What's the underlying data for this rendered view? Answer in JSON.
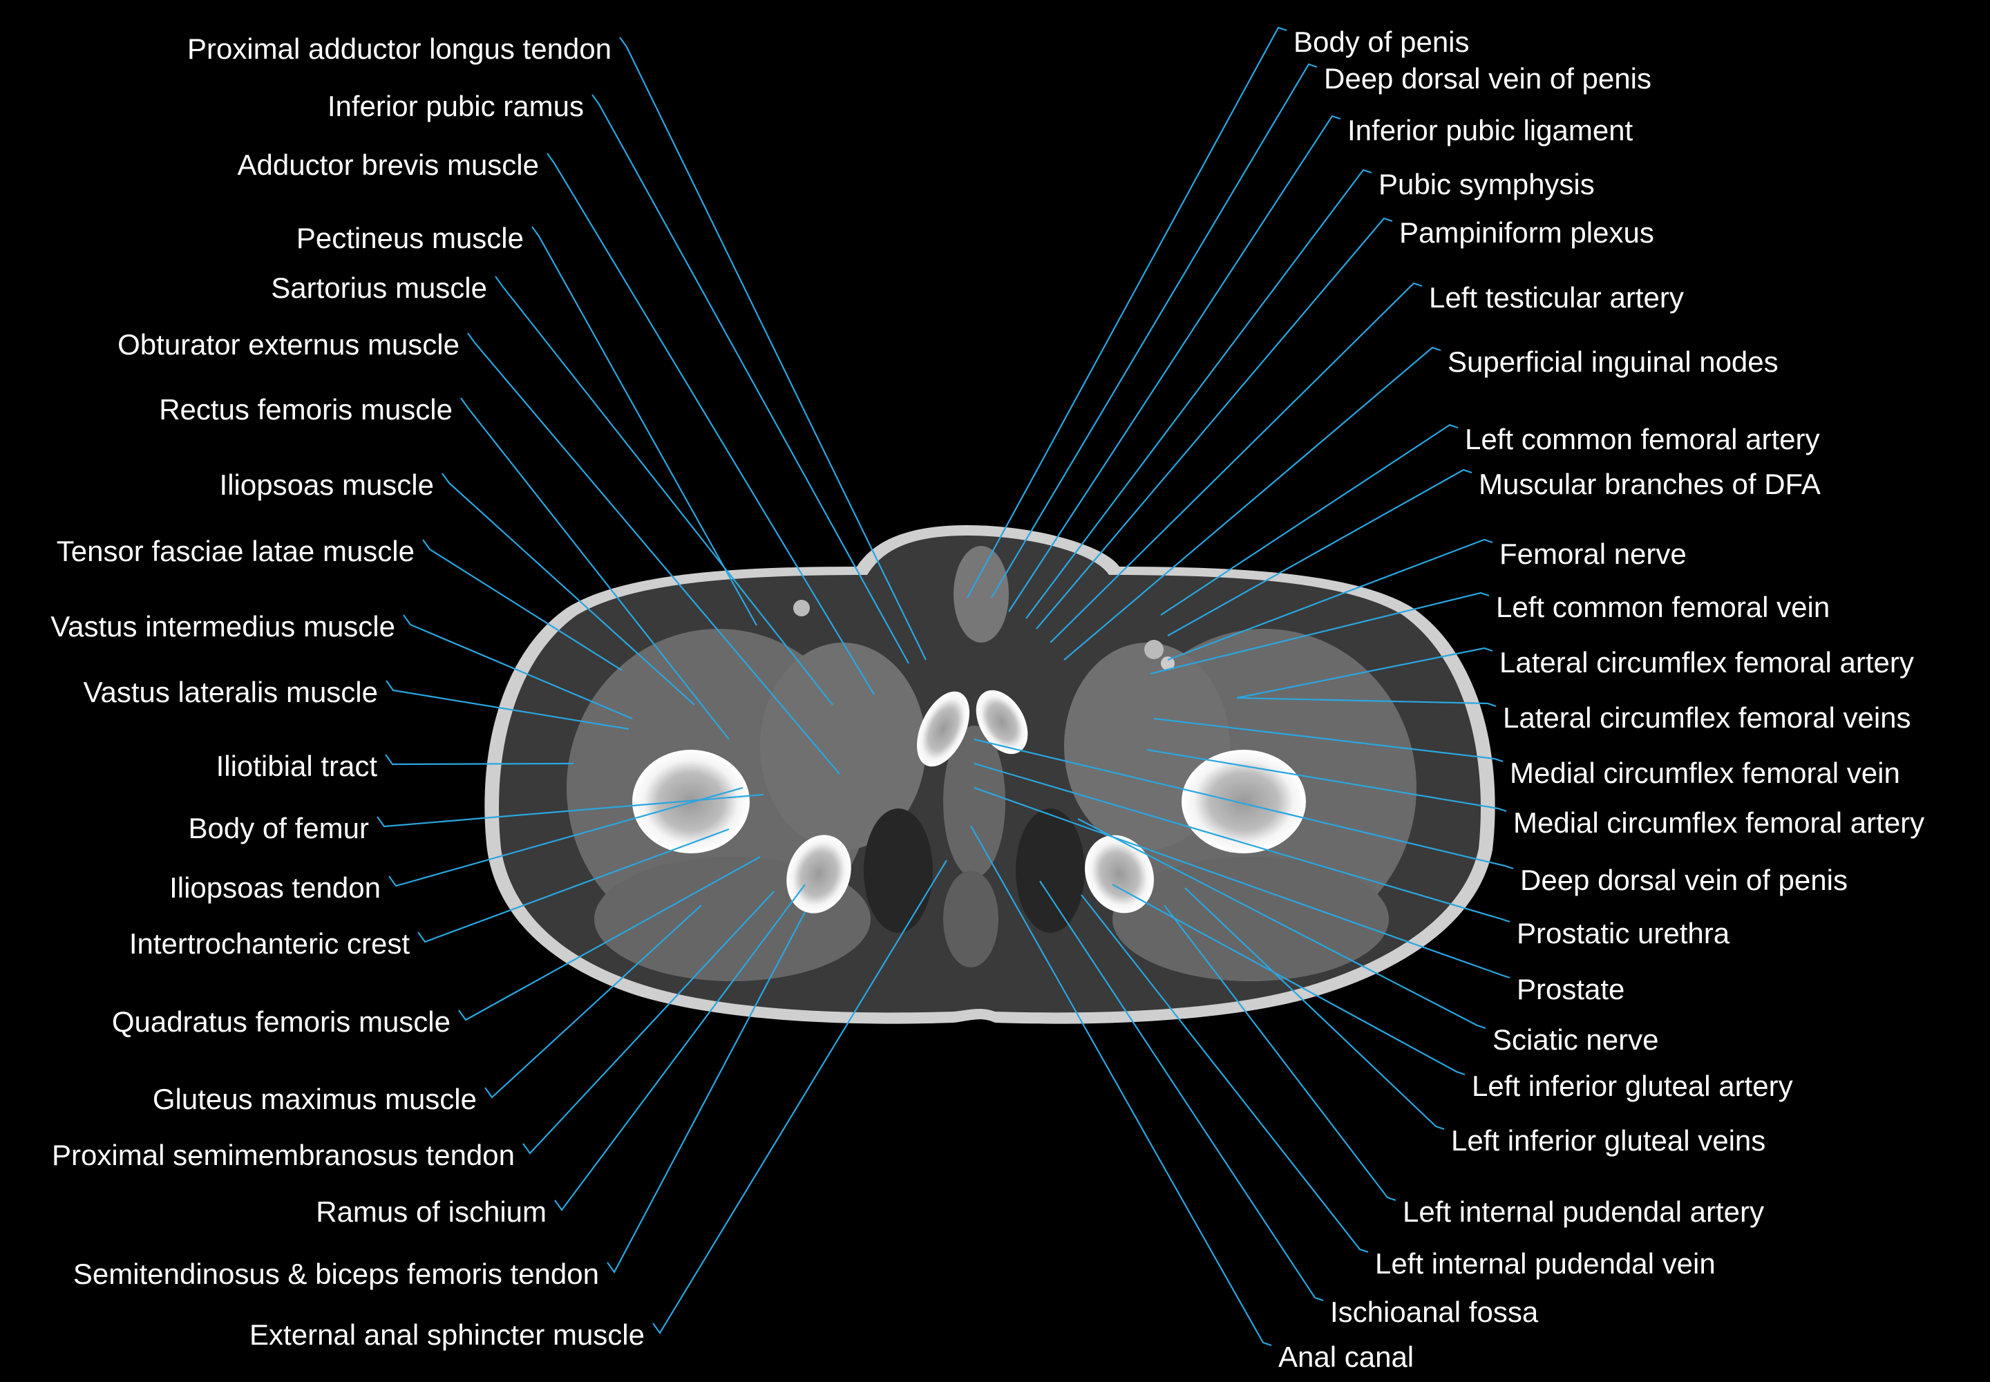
{
  "colors": {
    "background": "#000000",
    "leader": "#2aa6e0",
    "text": "#ffffff",
    "skin": "#cfcfcf",
    "fat": "#3e3e3e",
    "muscle": "#6c6c6c",
    "bone": "#f2f2f2"
  },
  "labels_left": [
    "Proximal adductor longus tendon",
    "Inferior pubic ramus",
    "Adductor brevis muscle",
    "Pectineus muscle",
    "Sartorius muscle",
    "Obturator externus muscle",
    "Rectus femoris muscle",
    "Iliopsoas muscle",
    "Tensor fasciae latae muscle",
    "Vastus intermedius muscle",
    "Vastus lateralis muscle",
    "Iliotibial tract",
    "Body of femur",
    "Iliopsoas tendon",
    "Intertrochanteric crest",
    "Quadratus femoris muscle",
    "Gluteus maximus muscle",
    "Proximal semimembranosus tendon",
    "Ramus of ischium",
    "Semitendinosus & biceps femoris tendon",
    "External anal sphincter muscle"
  ],
  "labels_right": [
    "Body of penis",
    "Deep dorsal vein of penis",
    "Inferior pubic ligament",
    "Pubic symphysis",
    "Pampiniform plexus",
    "Left testicular artery",
    "Superficial inguinal nodes",
    "Left common femoral artery",
    "Muscular branches of DFA",
    "Femoral nerve",
    "Left common femoral vein",
    "Lateral circumflex femoral artery",
    "Lateral circumflex femoral veins",
    "Medial circumflex femoral vein",
    "Medial circumflex femoral artery",
    "Deep dorsal vein of penis",
    "Prostatic urethra",
    "Prostate",
    "Sciatic nerve",
    "Left inferior gluteal artery",
    "Left inferior gluteal veins",
    "Left internal pudendal artery",
    "Left internal pudendal vein",
    "Ischioanal fossa",
    "Anal canal"
  ]
}
